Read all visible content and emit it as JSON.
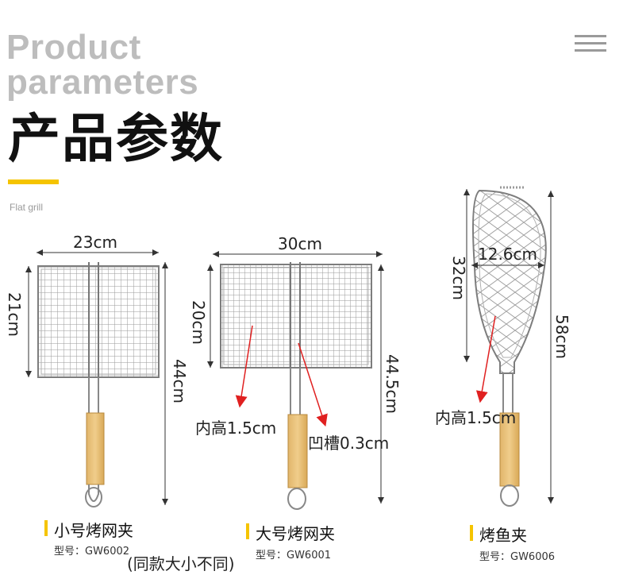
{
  "header": {
    "title_en_line1": "Product",
    "title_en_line2": "parameters",
    "title_zh": "产品参数",
    "subtitle": "Flat grill"
  },
  "accent_color": "#f5c400",
  "products": [
    {
      "name": "小号烤网夹",
      "model": "型号：GW6002",
      "width_label": "23cm",
      "height_label": "21cm",
      "total_label": "44cm"
    },
    {
      "name": "大号烤网夹",
      "model": "型号：GW6001",
      "width_label": "30cm",
      "height_label": "20cm",
      "total_label": "44.5cm",
      "inner_height_label": "内高1.5cm",
      "groove_label": "凹槽0.3cm"
    },
    {
      "name": "烤鱼夹",
      "model": "型号：GW6006",
      "width_label": "12.6cm",
      "height_label": "32cm",
      "total_label": "58cm",
      "inner_height_label": "内高1.5cm"
    }
  ],
  "note": "(同款大小不同)",
  "icons": [
    "menu-icon"
  ]
}
